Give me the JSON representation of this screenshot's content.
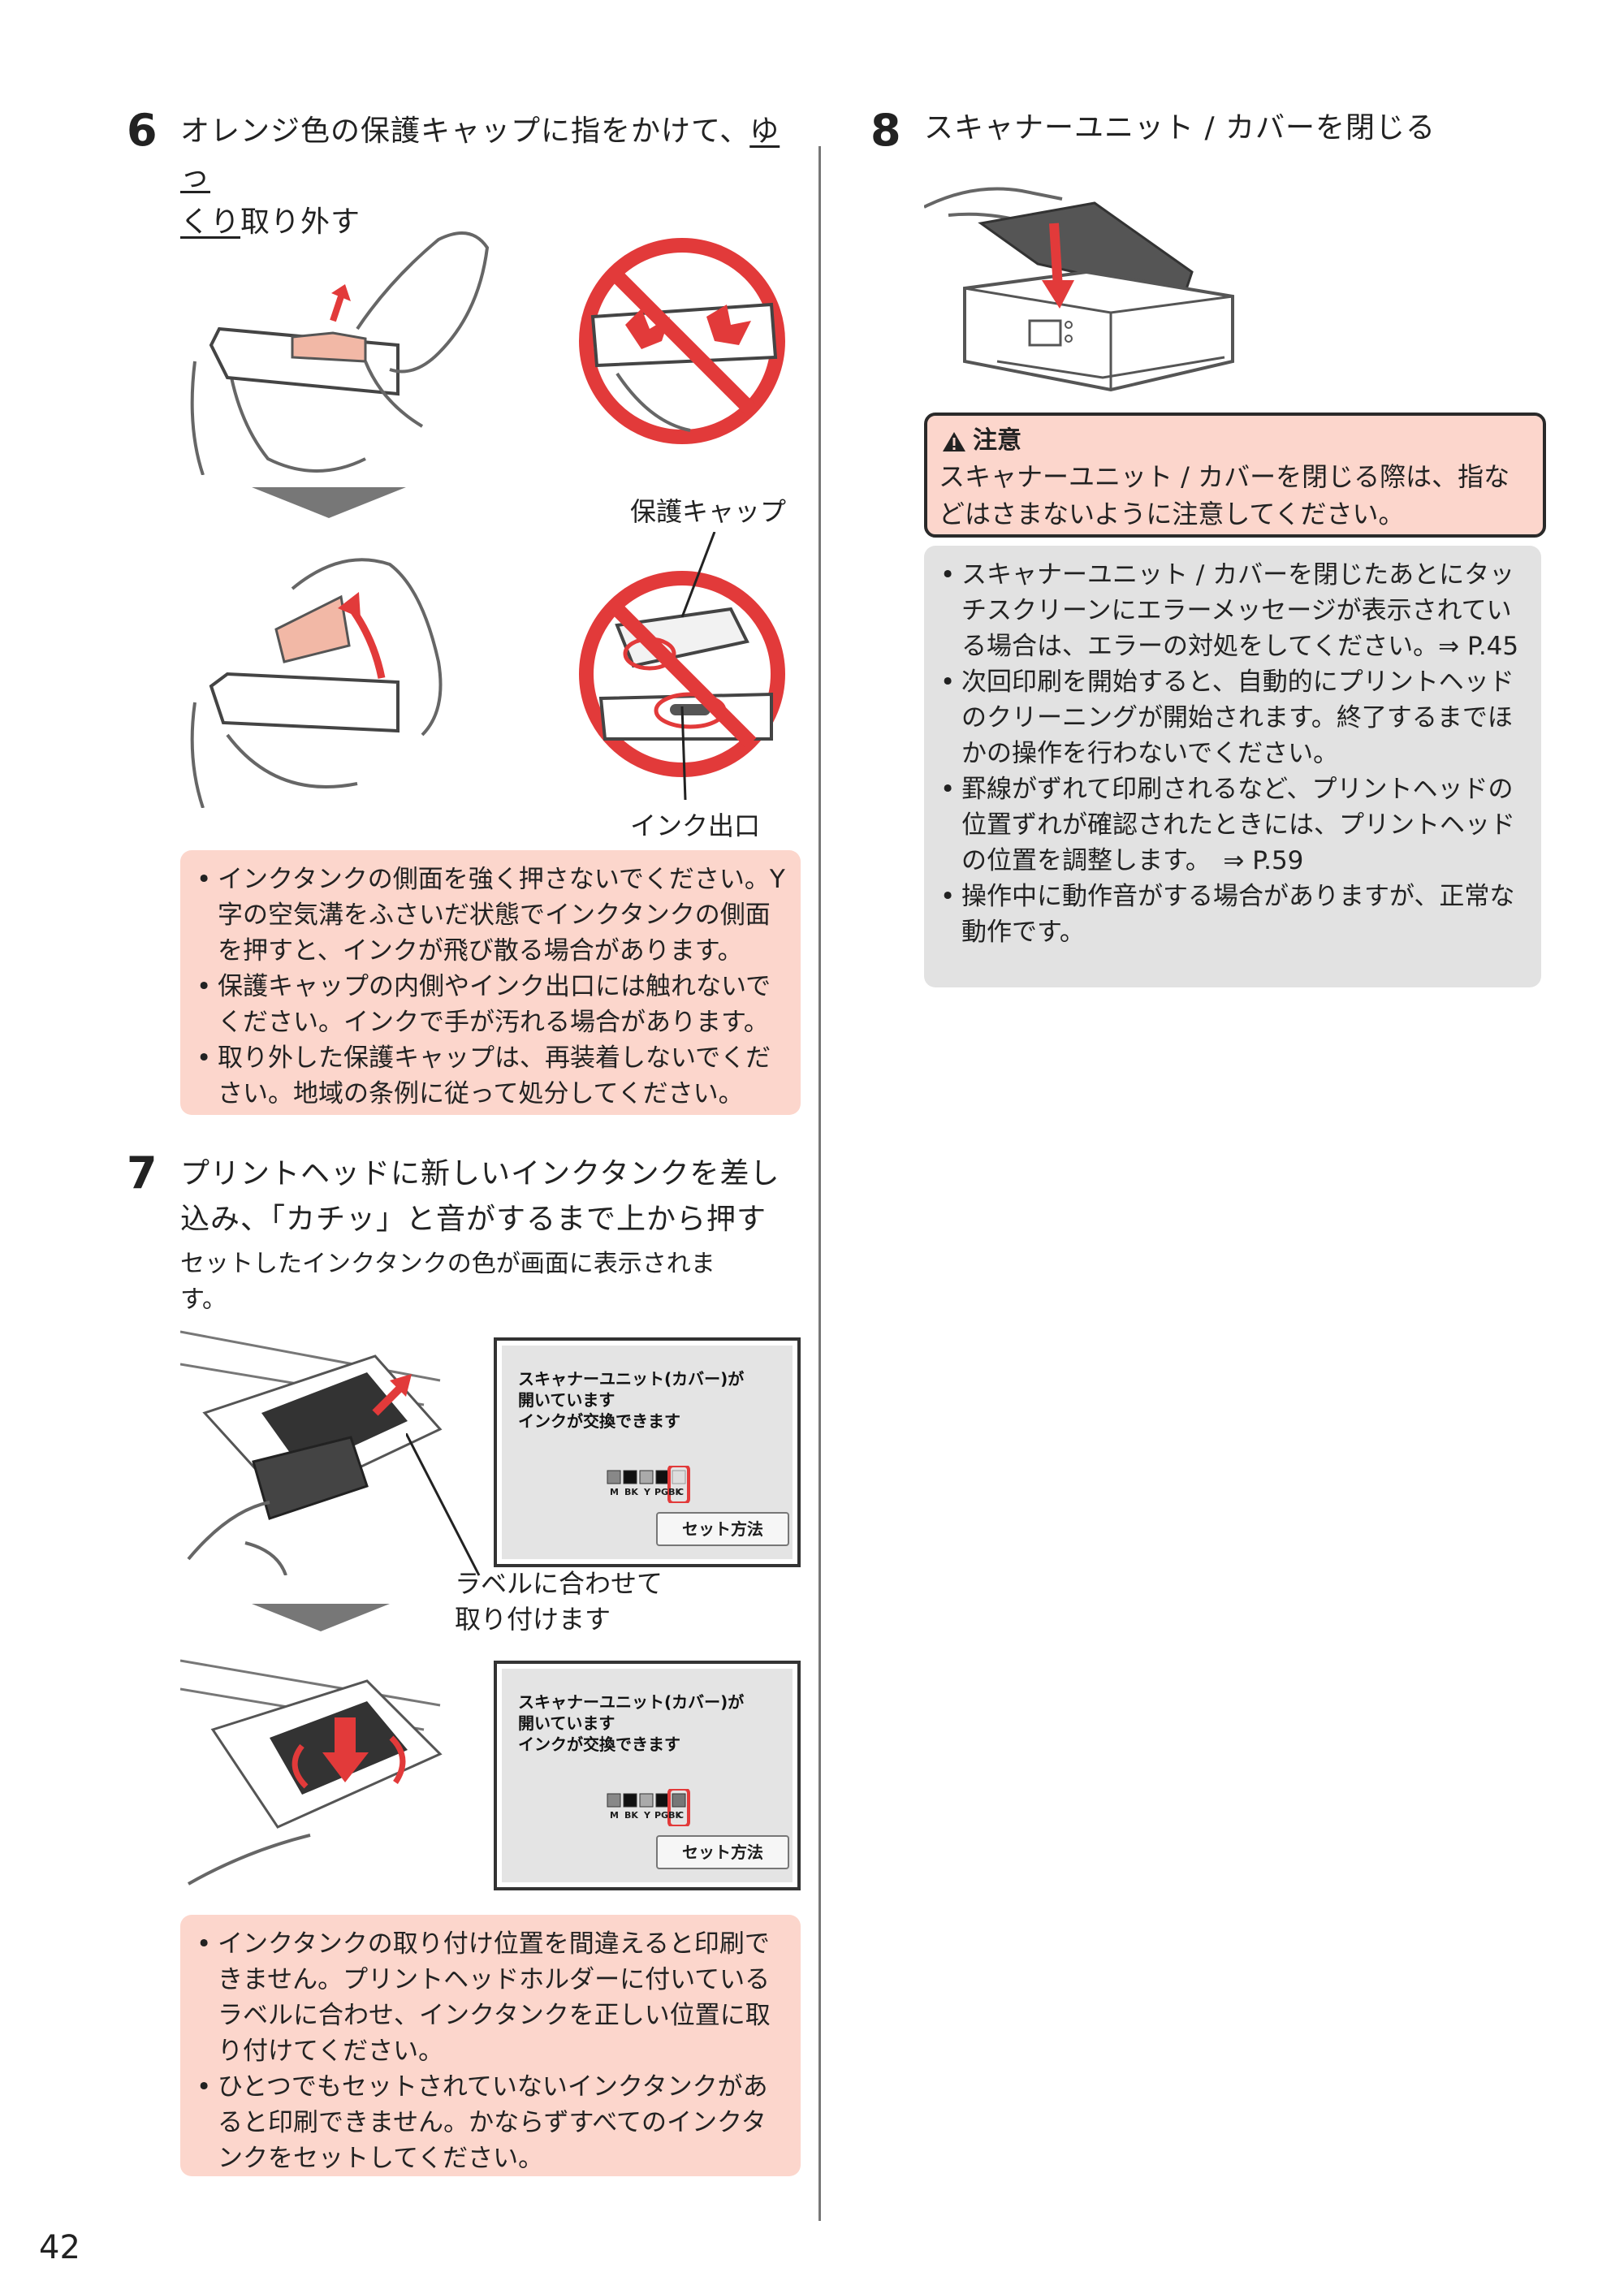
{
  "page_number": "42",
  "step6": {
    "number": "6",
    "title_part1": "オレンジ色の保護キャップに指をかけて、",
    "title_underline1": "ゆっ",
    "title_underline2": "くり",
    "title_part2": "取り外す",
    "label_cap": "保護キャップ",
    "label_outlet": "インク出口",
    "notes": [
      "インクタンクの側面を強く押さないでください。Y 字の空気溝をふさいだ状態でインクタンクの側面を押すと、インクが飛び散る場合があります。",
      "保護キャップの内側やインク出口には触れないでください。インクで手が汚れる場合があります。",
      "取り外した保護キャップは、再装着しないでください。地域の条例に従って処分してください。"
    ]
  },
  "step7": {
    "number": "7",
    "title": "プリントヘッドに新しいインクタンクを差し込み、「カチッ」と音がするまで上から押す",
    "subtitle": "セットしたインクタンクの色が画面に表示されます。",
    "callout_line1": "ラベルに合わせて",
    "callout_line2": "取り付けます",
    "screen": {
      "line1": "スキャナーユニット(カバー)が",
      "line2": "開いています",
      "line3": "インクが交換できます",
      "ink_labels": [
        "M",
        "BK",
        "Y",
        "PGBK",
        "C"
      ],
      "button": "セット方法"
    },
    "notes": [
      "インクタンクの取り付け位置を間違えると印刷できません。プリントヘッドホルダーに付いているラベルに合わせ、インクタンクを正しい位置に取り付けてください。",
      "ひとつでもセットされていないインクタンクがあると印刷できません。かならずすべてのインクタンクをセットしてください。"
    ]
  },
  "step8": {
    "number": "8",
    "title": "スキャナーユニット / カバーを閉じる",
    "caution_title": "注意",
    "caution_body": "スキャナーユニット / カバーを閉じる際は、指などはさまないように注意してください。",
    "notes": [
      "スキャナーユニット / カバーを閉じたあとにタッチスクリーンにエラーメッセージが表示されている場合は、エラーの対処をしてください。⇒ P.45",
      "次回印刷を開始すると、自動的にプリントヘッドのクリーニングが開始されます。終了するまでほかの操作を行わないでください。",
      "罫線がずれて印刷されるなど、プリントヘッドの位置ずれが確認されたときには、プリントヘッドの位置を調整します。　⇒ P.59",
      "操作中に動作音がする場合がありますが、正常な動作です。"
    ]
  },
  "colors": {
    "accent_red": "#e23a3a",
    "note_pink": "#fcd6cc",
    "note_grey": "#e2e2e2",
    "cap_orange": "#f2b8a6"
  }
}
